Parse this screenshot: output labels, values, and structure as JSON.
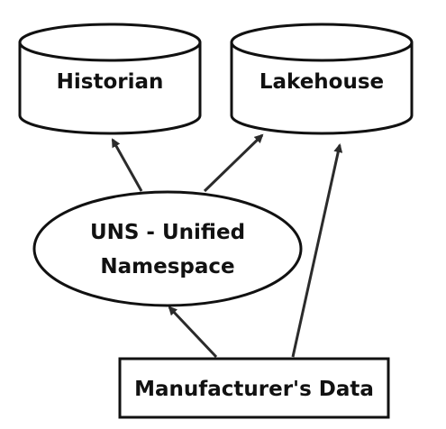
{
  "nodes": {
    "historian": {
      "label": "Historian"
    },
    "lakehouse": {
      "label": "Lakehouse"
    },
    "uns": {
      "line1": "UNS - Unified",
      "line2": "Namespace"
    },
    "manufacturer": {
      "label": "Manufacturer's Data"
    }
  },
  "edges": [
    {
      "from": "uns",
      "to": "historian"
    },
    {
      "from": "uns",
      "to": "lakehouse"
    },
    {
      "from": "manufacturer",
      "to": "uns"
    },
    {
      "from": "manufacturer",
      "to": "lakehouse"
    }
  ],
  "colors": {
    "stroke": "#111111",
    "arrow": "#2b2b2b",
    "background": "#ffffff"
  }
}
